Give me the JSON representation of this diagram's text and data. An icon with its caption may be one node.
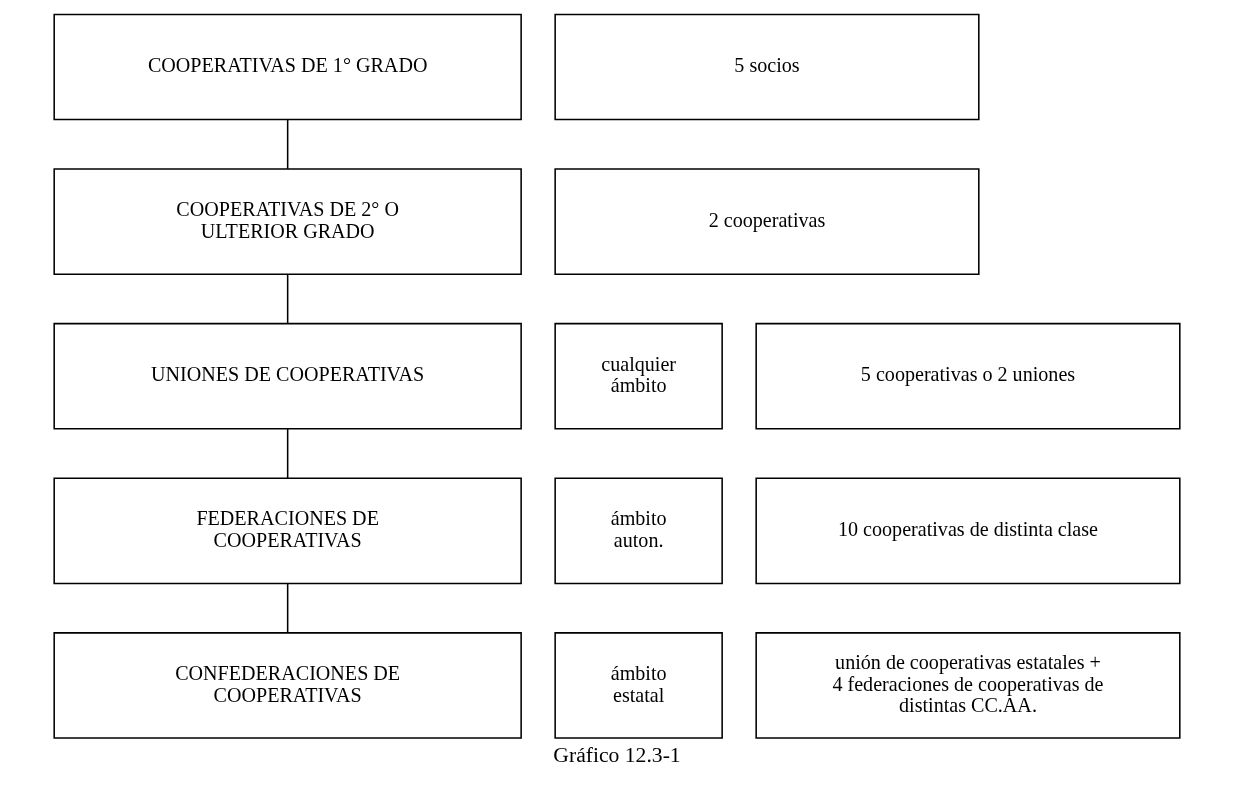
{
  "diagram": {
    "caption": "Gráfico 12.3-1",
    "nodes": [
      {
        "text": [
          "COOPERATIVAS DE 1° GRADO"
        ]
      },
      {
        "text": [
          "5 socios"
        ]
      },
      {
        "text": [
          "COOPERATIVAS DE 2° O ULTERIOR GRADO"
        ]
      },
      {
        "text": [
          "2 cooperativas"
        ]
      },
      {
        "text": [
          "cualquier ámbito"
        ]
      },
      {
        "text": [
          "UNIONES DE COOPERATIVAS"
        ]
      },
      {
        "text": [
          "5 cooperativas o 2 uniones"
        ]
      },
      {
        "text": [
          "ámbito auton."
        ]
      },
      {
        "text": [
          "FEDERACIONES DE COOPERATIVAS"
        ]
      },
      {
        "text": [
          "10 cooperativas de distinta clase"
        ]
      },
      {
        "text": [
          "ámbito estatal"
        ]
      },
      {
        "text": [
          "CONFEDERACIONES DE COOPERATIVAS"
        ]
      },
      {
        "text": [
          "unión de cooperativas estatales + 4 federaciones de cooperativas de distintas CC.AA."
        ]
      }
    ],
    "edges": [
      {
        "from": 0,
        "to": 2,
        "arrow": "none"
      },
      {
        "from": 2,
        "to": 5,
        "arrow": "none"
      },
      {
        "from": 5,
        "to": 8,
        "arrow": "none"
      },
      {
        "from": 8,
        "to": 11,
        "arrow": "none"
      }
    ]
  }
}
